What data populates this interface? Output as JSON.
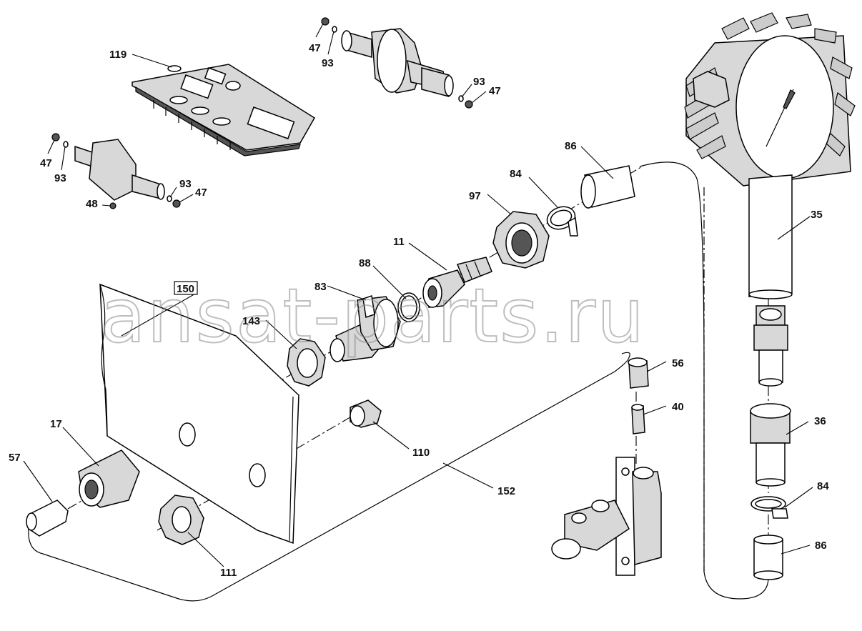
{
  "watermark": "ansat-parts.ru",
  "callouts": {
    "c119": "119",
    "c47a": "47",
    "c93a": "93",
    "c93b": "93",
    "c47b": "47",
    "c47c": "47",
    "c93c": "93",
    "c93d": "93",
    "c47d": "47",
    "c48": "48",
    "c86a": "86",
    "c84a": "84",
    "c97": "97",
    "c11": "11",
    "c88": "88",
    "c83": "83",
    "c150": "150",
    "c143": "143",
    "c35": "35",
    "c56": "56",
    "c40": "40",
    "c36": "36",
    "c84b": "84",
    "c86b": "86",
    "c17": "17",
    "c57": "57",
    "c110": "110",
    "c152": "152",
    "c111": "111"
  }
}
